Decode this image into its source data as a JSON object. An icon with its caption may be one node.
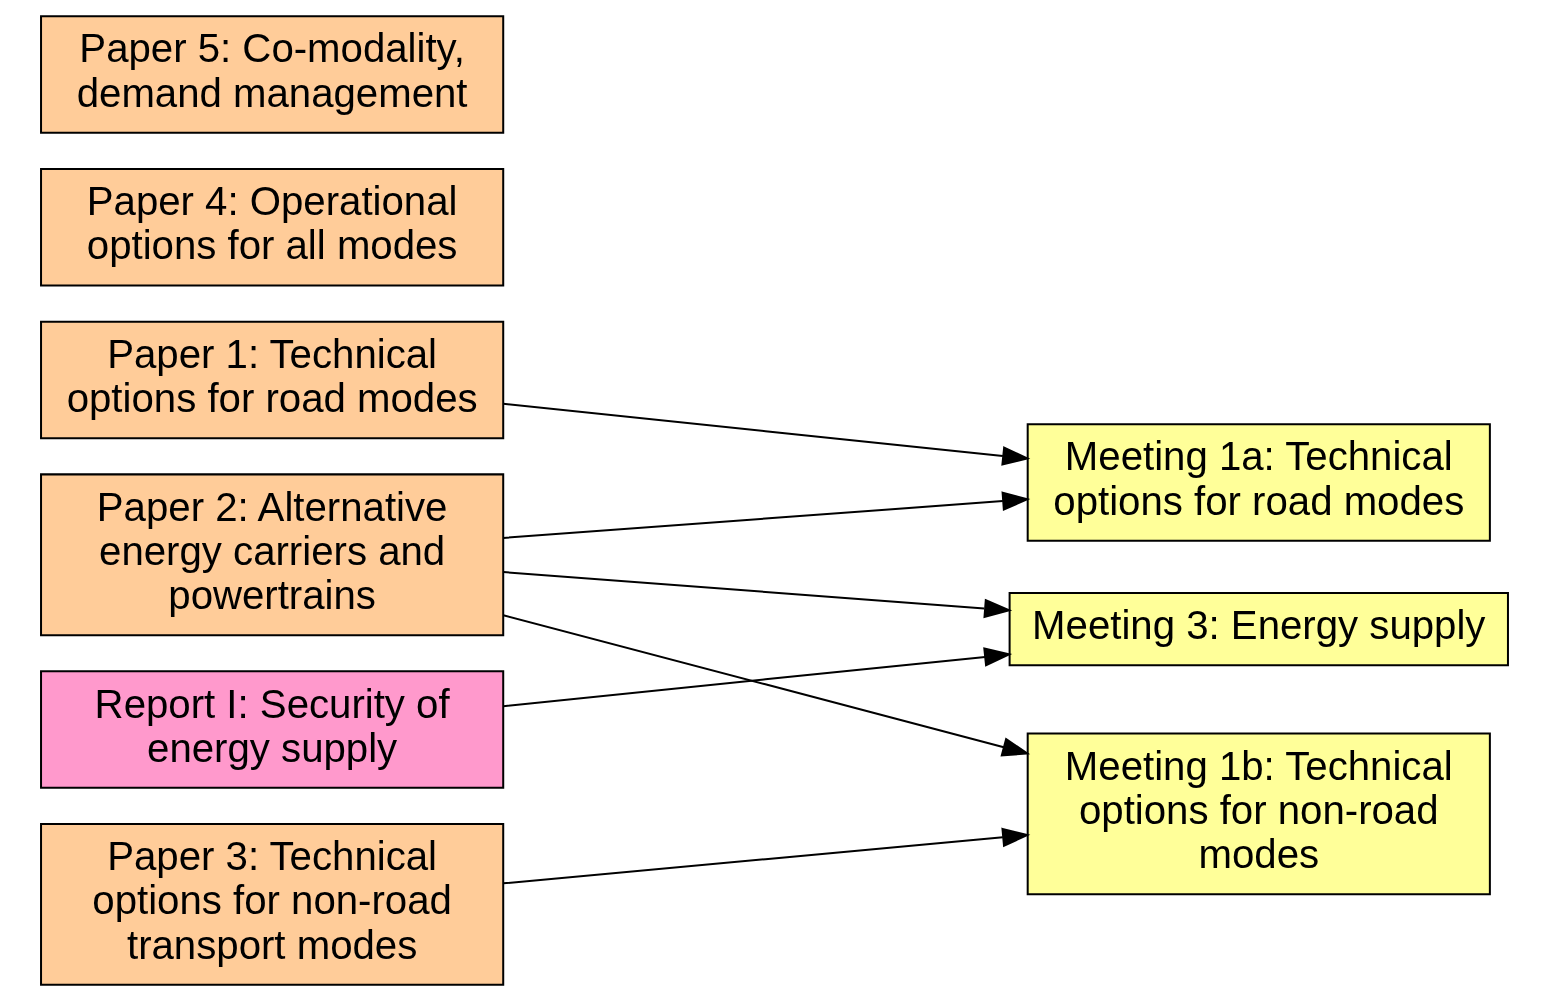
{
  "diagram": {
    "nodes": [
      {
        "text": [
          "Paper 1: Technical options for road modes"
        ]
      },
      {
        "text": [
          "Paper 2: Alternative energy carriers and powertrains"
        ]
      },
      {
        "text": [
          "Report I: Security of energy supply"
        ]
      },
      {
        "text": [
          "Paper 3: Technical options for non-road transport modes"
        ]
      },
      {
        "text": [
          "Paper 4: Operational options for all modes"
        ]
      },
      {
        "text": [
          "Paper 5: Co-modality, demand management"
        ]
      },
      {
        "text": [
          "Meeting 1a: Technical options for road modes"
        ]
      },
      {
        "text": [
          "Meeting 3: Energy supply"
        ]
      },
      {
        "text": [
          "Meeting 1b: Technical options for non-road modes"
        ]
      }
    ],
    "edges": [
      {
        "from": 0,
        "to": 6,
        "arrow": "to"
      },
      {
        "from": 1,
        "to": 6,
        "arrow": "to"
      },
      {
        "from": 1,
        "to": 7,
        "arrow": "to"
      },
      {
        "from": 1,
        "to": 8,
        "arrow": "to"
      },
      {
        "from": 2,
        "to": 7,
        "arrow": "to"
      },
      {
        "from": 3,
        "to": 8,
        "arrow": "to"
      }
    ]
  }
}
